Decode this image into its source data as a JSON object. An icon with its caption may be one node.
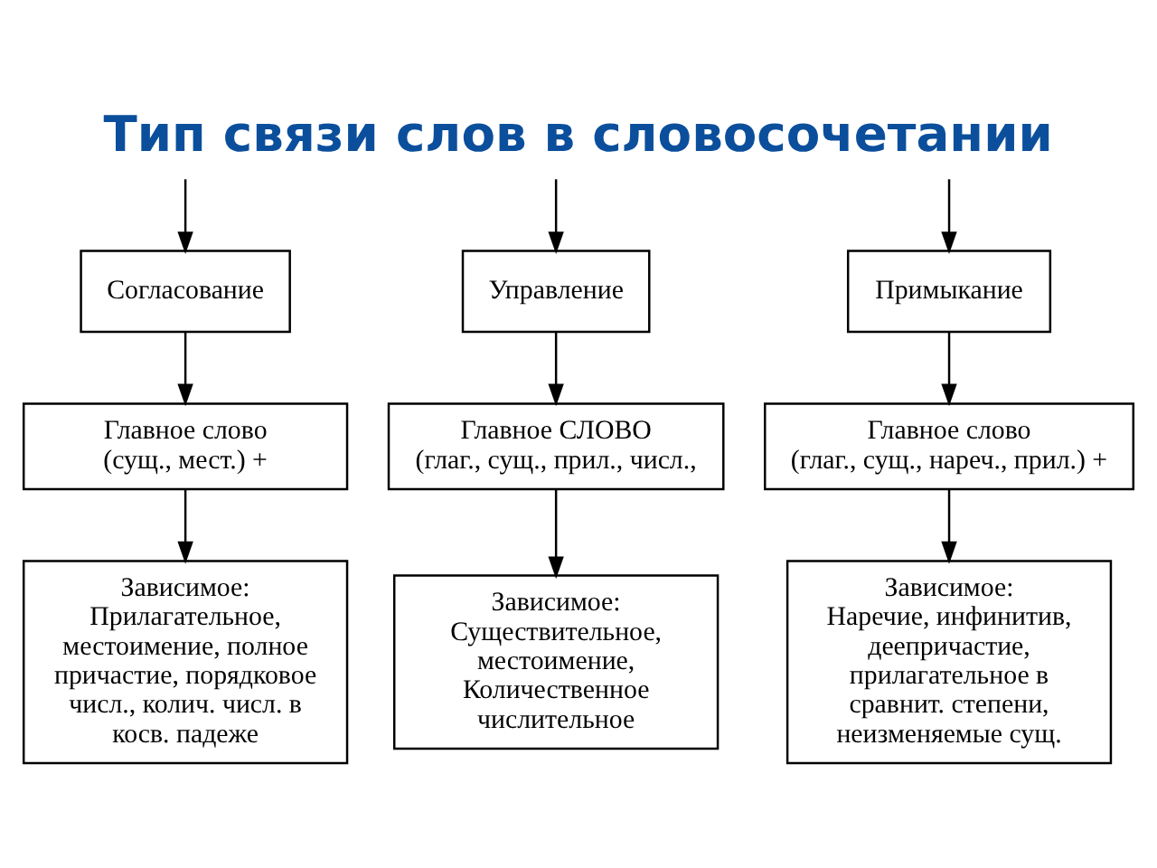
{
  "diagram": {
    "title": "Тип связи слов в словосочетании",
    "nodes": [
      {
        "text": [
          "Согласование"
        ]
      },
      {
        "text": [
          "Управление"
        ]
      },
      {
        "text": [
          "Примыкание"
        ]
      },
      {
        "text": [
          "Главное слово",
          "(сущ., мест.) +"
        ]
      },
      {
        "text": [
          "Главное СЛОВО",
          "(глаг., сущ., прил., числ.,"
        ]
      },
      {
        "text": [
          "Главное слово",
          "(глаг., сущ., нареч., прил.) +"
        ]
      },
      {
        "text": [
          "Зависимое:",
          "Прилагательное, местоимение, полное причастие, порядковое числ., колич. числ. в косв. падеже"
        ]
      },
      {
        "text": [
          "Зависимое:",
          "Существительное, местоимение, Количественное числительное"
        ]
      },
      {
        "text": [
          "Зависимое:",
          "Наречие, инфинитив, деепричастие, прилагательное в сравнит. степени, неизменяемые сущ."
        ]
      }
    ],
    "edges": [
      {
        "from": null,
        "to": 0,
        "arrow": "to"
      },
      {
        "from": null,
        "to": 1,
        "arrow": "to"
      },
      {
        "from": null,
        "to": 2,
        "arrow": "to"
      },
      {
        "from": 0,
        "to": 3,
        "arrow": "to"
      },
      {
        "from": 1,
        "to": 4,
        "arrow": "to"
      },
      {
        "from": 2,
        "to": 5,
        "arrow": "to"
      },
      {
        "from": 3,
        "to": 6,
        "arrow": "to"
      },
      {
        "from": 4,
        "to": 7,
        "arrow": "to"
      },
      {
        "from": 5,
        "to": 8,
        "arrow": "to"
      }
    ]
  }
}
